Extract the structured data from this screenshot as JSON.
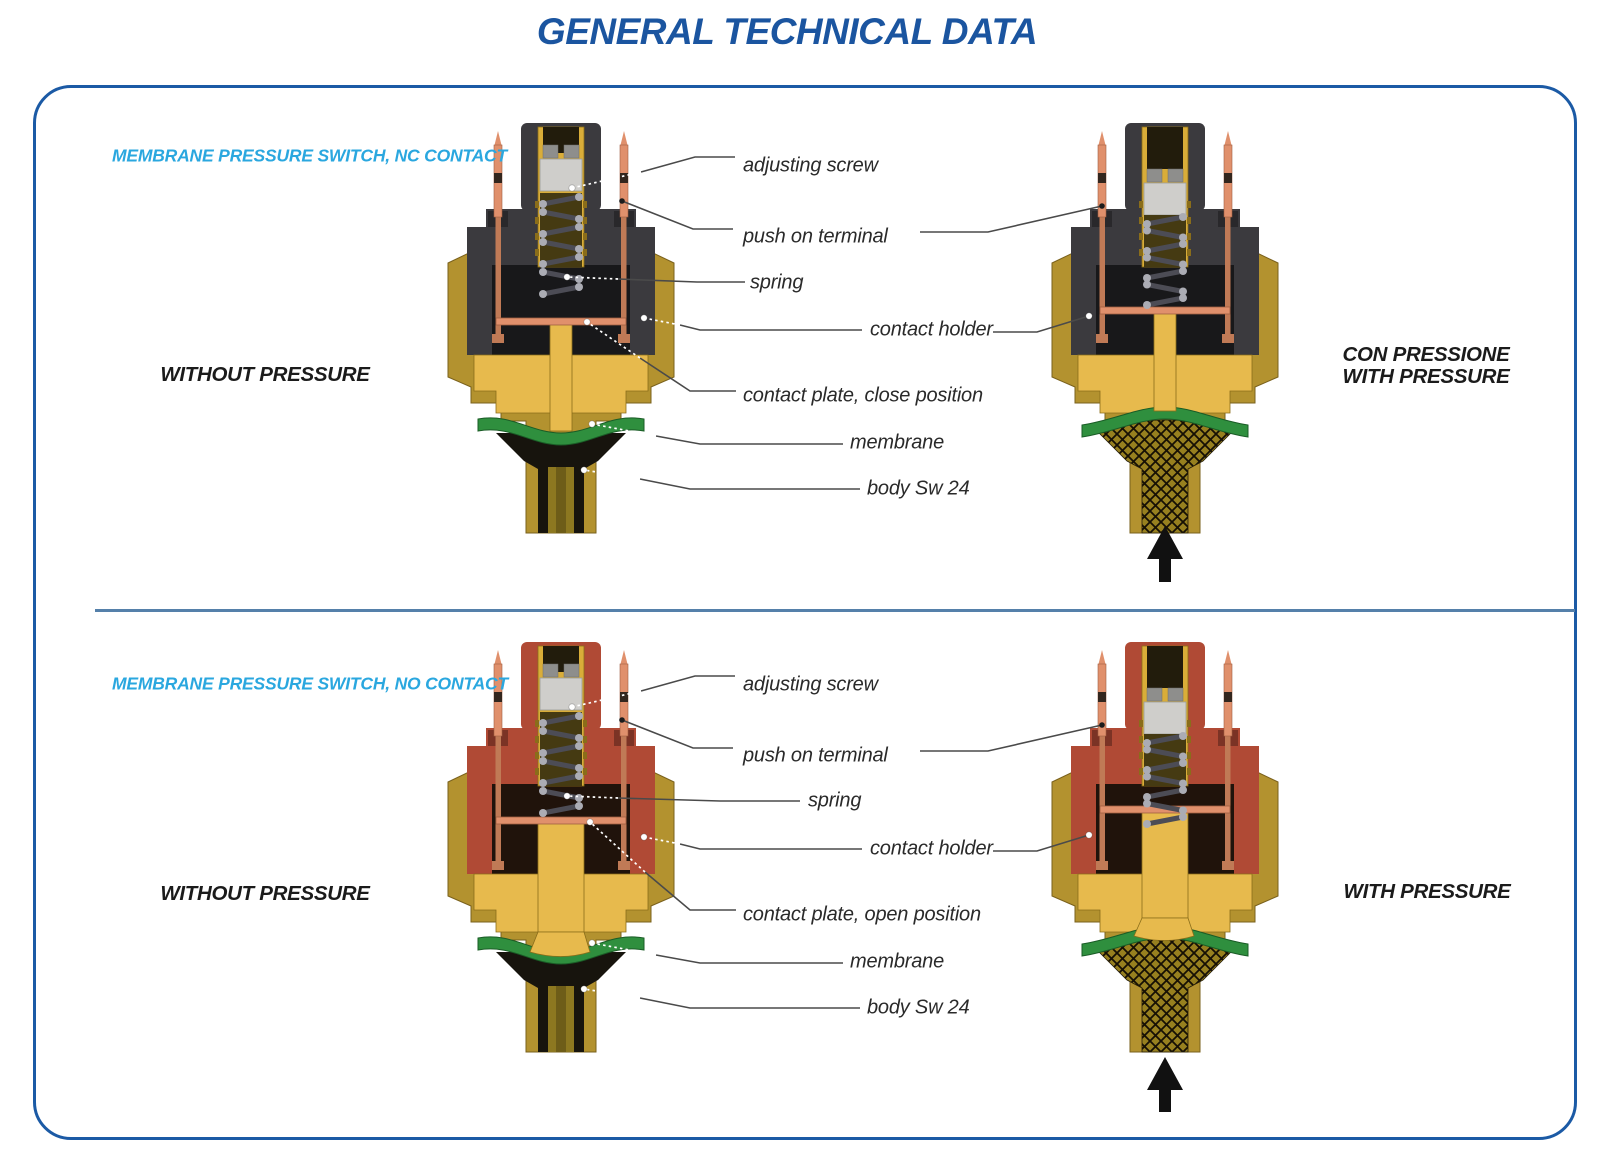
{
  "page_title": "GENERAL TECHNICAL DATA",
  "sections": [
    {
      "heading": "MEMBRANE PRESSURE SWITCH, NC CONTACT",
      "without_label": "WITHOUT PRESSURE",
      "with_label_lines": [
        "CON PRESSIONE",
        "WITH PRESSURE"
      ],
      "callouts": {
        "adjusting_screw": "adjusting screw",
        "push_on_terminal": "push on terminal",
        "spring": "spring",
        "contact_holder": "contact holder",
        "contact_plate": "contact plate, close position",
        "membrane": "membrane",
        "body": "body Sw 24"
      }
    },
    {
      "heading": "MEMBRANE PRESSURE SWITCH, NO CONTACT",
      "without_label": "WITHOUT PRESSURE",
      "with_label_lines": [
        "WITH PRESSURE"
      ],
      "callouts": {
        "adjusting_screw": "adjusting screw",
        "push_on_terminal": "push on terminal",
        "spring": "spring",
        "contact_holder": "contact holder",
        "contact_plate": "contact plate, open position",
        "membrane": "membrane",
        "body": "body Sw 24"
      }
    }
  ],
  "colors": {
    "title_blue": "#1b55a0",
    "border_blue": "#1b5aa5",
    "divider_blue": "#5580aa",
    "heading_cyan": "#2aa7df",
    "body_gold": "#b3922f",
    "piston_gold": "#e7ba4d",
    "sleeve_gold": "#d9ad39",
    "copper": "#e0906c",
    "copper_dark": "#c07a56",
    "membrane_green": "#2f8f3e",
    "housing_dark": "#3b3a3e",
    "housing_red": "#b04a35",
    "screw_gray": "#cfcecb",
    "arrow_black": "#111111"
  },
  "diagrams": [
    {
      "id": "nc-without-pressure",
      "piston": "NC",
      "pressurized": false,
      "housingColor": "#3b3a3e",
      "cavityColor": "#18181a",
      "plateY": 203,
      "stubBottom": 228
    },
    {
      "id": "nc-with-pressure",
      "piston": "NC",
      "pressurized": true,
      "housingColor": "#3b3a3e",
      "cavityColor": "#18181a",
      "plateY": 192,
      "stubBottom": 228
    },
    {
      "id": "no-without-pressure",
      "piston": "NO",
      "pressurized": false,
      "housingColor": "#b04a35",
      "cavityColor": "#20130b",
      "plateY": 183,
      "stubBottom": 236
    },
    {
      "id": "no-with-pressure",
      "piston": "NO",
      "pressurized": true,
      "housingColor": "#b04a35",
      "cavityColor": "#20130b",
      "plateY": 172,
      "stubBottom": 236
    }
  ]
}
